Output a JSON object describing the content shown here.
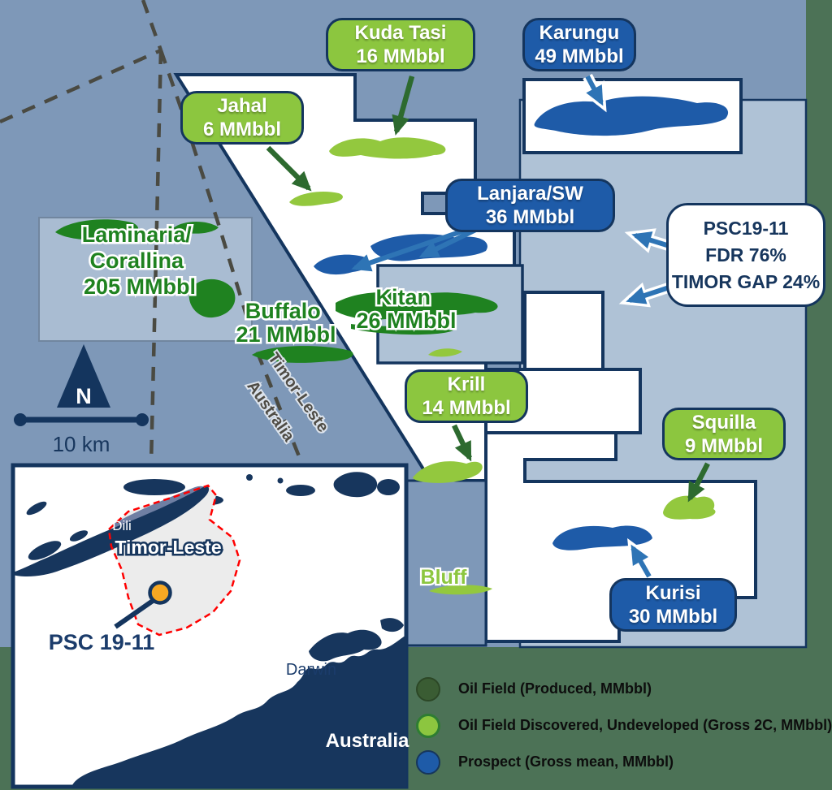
{
  "colors": {
    "page_background": "#4C7256",
    "sea": "#7E98B8",
    "license_block": "#AFC2D6",
    "navy_border": "#14355E",
    "pill_green": "#8CC63F",
    "pill_blue": "#1E5BA8",
    "field_produced": "#1F8220",
    "field_undeveloped": "#93C83E",
    "prospect_blue": "#1E5BA8",
    "arrow_green": "#2D6A2F",
    "arrow_blue": "#2E74B5",
    "boundary_dash": "#4A4A42",
    "eez_red": "#FF0000",
    "marker_orange": "#F7A823"
  },
  "map": {
    "pills": [
      {
        "name": "Kuda Tasi",
        "value": "16 MMbbl",
        "type": "green"
      },
      {
        "name": "Karungu",
        "value": "49 MMbbl",
        "type": "blue"
      },
      {
        "name": "Jahal",
        "value": "6 MMbbl",
        "type": "green"
      },
      {
        "name": "Lanjara/SW",
        "value": "36 MMbbl",
        "type": "blue"
      },
      {
        "name": "Krill",
        "value": "14 MMbbl",
        "type": "green"
      },
      {
        "name": "Squilla",
        "value": "9 MMbbl",
        "type": "green"
      },
      {
        "name": "Kurisi",
        "value": "30 MMbbl",
        "type": "blue"
      }
    ],
    "psc_box": {
      "line1": "PSC19-11",
      "line2": "FDR 76%",
      "line3": "TIMOR GAP 24%"
    },
    "laminaria": {
      "line1": "Laminaria/",
      "line2": "Corallina",
      "line3": "205 MMbbl"
    },
    "buffalo": {
      "line1": "Buffalo",
      "line2": "21 MMbbl"
    },
    "kitan": {
      "line1": "Kitan",
      "line2": "26 MMbbl"
    },
    "bluff": {
      "label": "Bluff"
    },
    "boundary": {
      "line1": "Timor-Leste",
      "line2": "Australia"
    },
    "north": "N",
    "scale": "10 km"
  },
  "inset": {
    "dili": "Dili",
    "country": "Timor-Leste",
    "marker_label": "PSC 19-11",
    "darwin": "Darwin",
    "australia": "Australia"
  },
  "legend": {
    "items": [
      {
        "label": "Oil Field (Produced, MMbbl)",
        "color": "#3A5C33"
      },
      {
        "label": "Oil Field Discovered, Undeveloped (Gross 2C, MMbbl)",
        "color": "#8CC63F"
      },
      {
        "label": "Prospect (Gross mean, MMbbl)",
        "color": "#1E5BA8"
      }
    ]
  }
}
